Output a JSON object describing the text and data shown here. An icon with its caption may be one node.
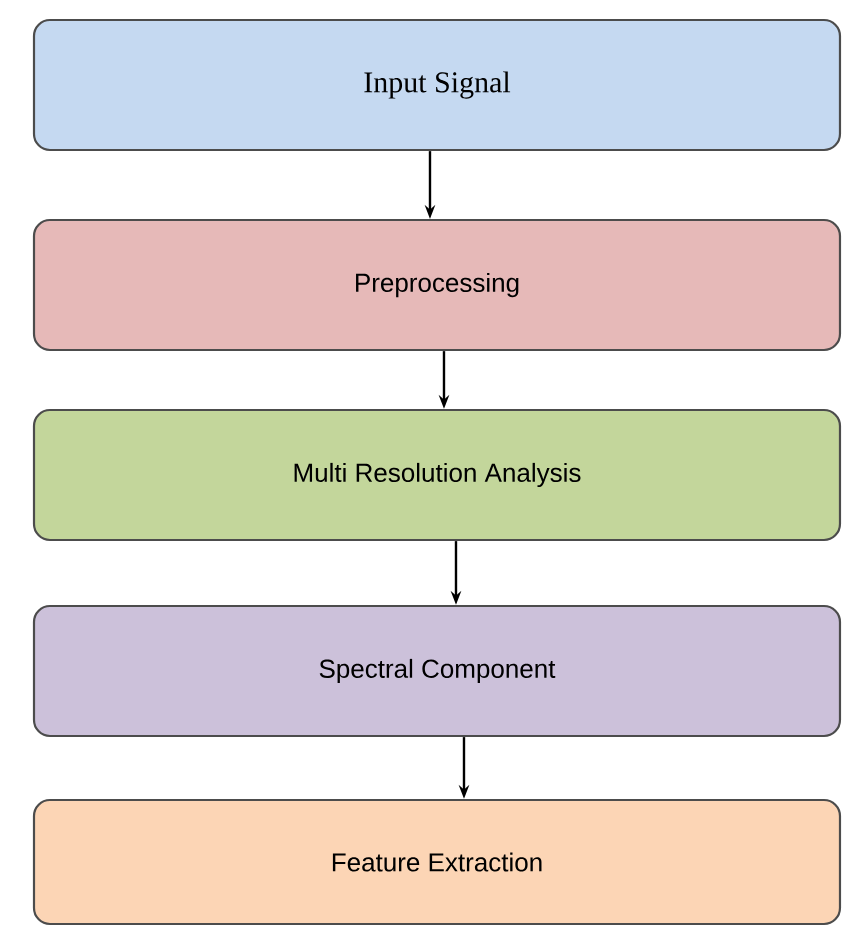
{
  "diagram": {
    "nodes": [
      {
        "text": [
          "Input Signal"
        ]
      },
      {
        "text": [
          "Preprocessing"
        ]
      },
      {
        "text": [
          "Multi Resolution Analysis"
        ]
      },
      {
        "text": [
          "Spectral Component"
        ]
      },
      {
        "text": [
          "Feature Extraction"
        ]
      }
    ],
    "edges": [
      {
        "from": 0,
        "to": 1,
        "arrow": "to"
      },
      {
        "from": 1,
        "to": 2,
        "arrow": "to"
      },
      {
        "from": 2,
        "to": 3,
        "arrow": "to"
      },
      {
        "from": 3,
        "to": 4,
        "arrow": "to"
      }
    ]
  }
}
